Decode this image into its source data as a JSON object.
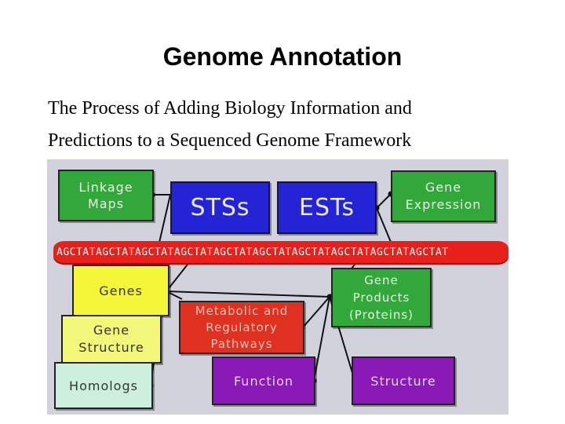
{
  "title": "Genome Annotation",
  "subtitle_lines": [
    "The Process of Adding Biology Information and",
    "Predictions to a Sequenced Genome Framework"
  ],
  "diagram": {
    "dna_sequence": "AGCTATAGCTATAGCTATAGCTATAGCTATAGCTATAGCTATAGCTATAGCTATAGCTAT",
    "boxes": {
      "linkage_maps": "Linkage\nMaps",
      "stss": "STSs",
      "ests": "ESTs",
      "gene_expression": "Gene\nExpression",
      "genes": "Genes",
      "gene_products": "Gene\nProducts\n(Proteins)",
      "metabolic_pathways": "Metabolic and\nRegulatory\nPathways",
      "gene_structure": "Gene\nStructure",
      "homologs": "Homologs",
      "function": "Function",
      "structure": "Structure"
    },
    "colors": {
      "green": "#33a83a",
      "blue": "#2424d6",
      "yellow": "#f5f53a",
      "yellow_light": "#f3f77a",
      "mint": "#ccf0dd",
      "red": "#e03020",
      "purple": "#8a1ab8",
      "dna": "#e8201c",
      "background": "#d2d2dc"
    }
  }
}
